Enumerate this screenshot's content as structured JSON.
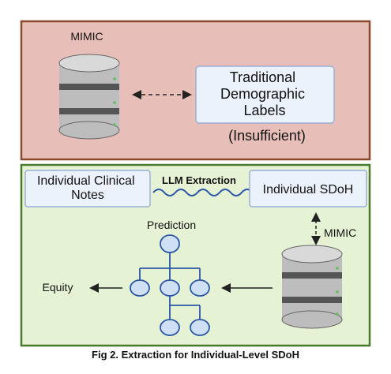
{
  "top_panel": {
    "db_label": "MIMIC",
    "box_text": [
      "Traditional",
      "Demographic",
      "Labels"
    ],
    "note": "(Insufficient)"
  },
  "bottom_panel": {
    "notes_text": [
      "Individual Clinical",
      "Notes"
    ],
    "extraction_label": "LLM Extraction",
    "sdoh_label": "Individual SDoH",
    "db_label": "MIMIC",
    "prediction_label": "Prediction",
    "equity_label": "Equity"
  },
  "caption": "Fig 2. Extraction for Individual-Level SDoH",
  "colors": {
    "top_panel_fill": "#e8bfb8",
    "top_panel_border": "#8a4a2e",
    "bottom_panel_fill": "#e6f2d4",
    "bottom_panel_border": "#4a7a2e",
    "box_fill": "#ecf2fb",
    "box_border": "#9ab0d6",
    "db_dark": "#5a5a5a",
    "db_light": "#bdbdbd",
    "tree_fill": "#cfe0f5",
    "tree_stroke": "#2a56a6",
    "wave": "#2a56a6"
  }
}
